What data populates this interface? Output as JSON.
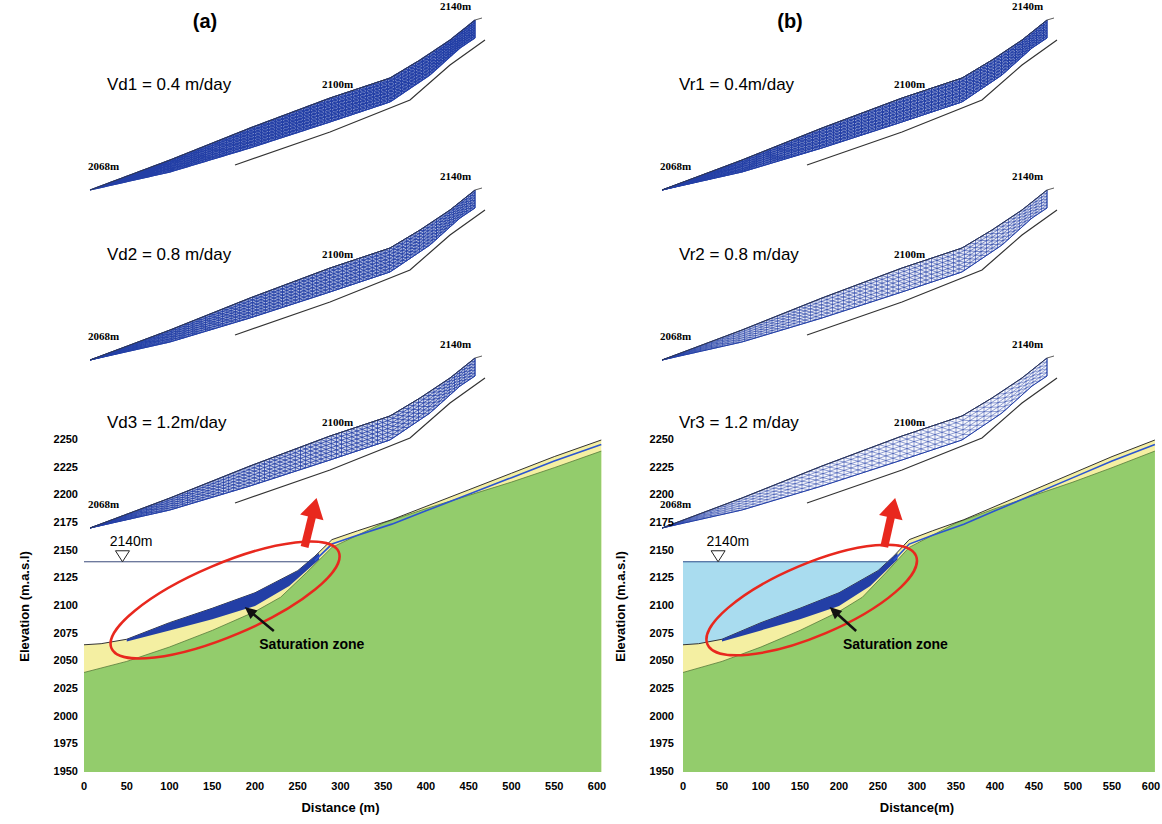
{
  "diagram": {
    "labels": [
      "(a)",
      "Vd1 = 0.4 m/day",
      "2140m",
      "2100m",
      "2068m",
      "Vd2 = 0.8 m/day",
      "2140m",
      "2100m",
      "2068m",
      "Vd3 = 1.2m/day",
      "2140m",
      "2100m",
      "2068m",
      "2250",
      "2225",
      "2200",
      "2175",
      "2150",
      "2125",
      "2100",
      "2075",
      "2050",
      "2025",
      "2000",
      "1975",
      "1950",
      "0",
      "50",
      "100",
      "150",
      "200",
      "250",
      "300",
      "350",
      "400",
      "450",
      "500",
      "550",
      "600",
      "Elevation (m.a.s.l)",
      "Distance (m)",
      "2140m",
      "Saturation zone",
      "(b)",
      "Vr1 = 0.4m/day",
      "2140m",
      "2100m",
      "2068m",
      "Vr2 = 0.8 m/day",
      "2140m",
      "2100m",
      "2068m",
      "Vr3 = 1.2 m/day",
      "2140m",
      "2100m",
      "2068m",
      "2250",
      "2225",
      "2200",
      "2175",
      "2150",
      "2125",
      "2100",
      "2075",
      "2050",
      "2025",
      "2000",
      "1975",
      "1950",
      "0",
      "50",
      "100",
      "150",
      "200",
      "250",
      "300",
      "350",
      "400",
      "450",
      "500",
      "550",
      "600",
      "Elevation (m.a.s.l)",
      "Distance(m)",
      "2140m",
      "Saturation zone"
    ]
  }
}
